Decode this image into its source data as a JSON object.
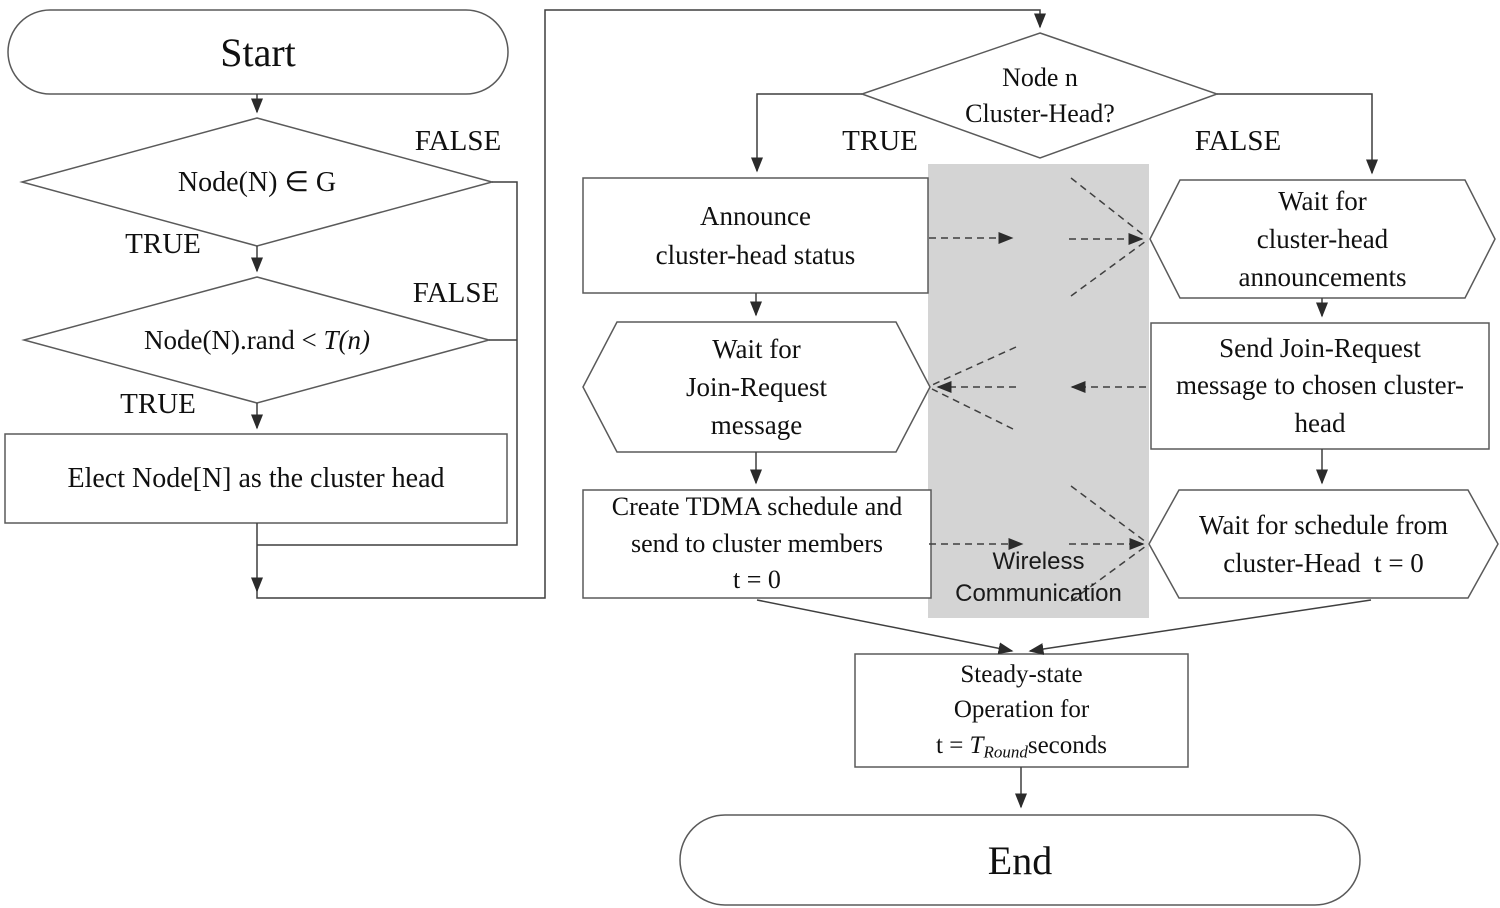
{
  "nodes": {
    "start": {
      "label": "Start"
    },
    "in_g_decision": {
      "label": "Node(N) ∈ G"
    },
    "rand_decision": {
      "prefix": "Node(N).rand < ",
      "italic": "T(n)"
    },
    "elect": {
      "label": "Elect Node[N] as the cluster head"
    },
    "ch_decision": {
      "lines": [
        "Node n",
        "Cluster-Head?"
      ]
    },
    "announce": {
      "lines": [
        "Announce",
        "cluster-head status"
      ]
    },
    "wait_join": {
      "lines": [
        "Wait for",
        "Join-Request",
        "message"
      ]
    },
    "create_tdma": {
      "lines": [
        "Create TDMA schedule and",
        "send to cluster members",
        "t = 0"
      ]
    },
    "wait_announce": {
      "lines": [
        "Wait for",
        "cluster-head",
        "announcements"
      ]
    },
    "send_join": {
      "lines": [
        "Send Join-Request",
        "message to chosen cluster-",
        "head"
      ]
    },
    "wait_schedule": {
      "lines": [
        "Wait for schedule from",
        "cluster-Head  t = 0"
      ]
    },
    "steady": {
      "lines": [
        "Steady-state",
        "Operation for"
      ],
      "t_prefix": "t = ",
      "t_var": "T",
      "t_sub": "Round",
      "t_suffix": "seconds"
    },
    "end": {
      "label": "End"
    },
    "wireless": {
      "lines": [
        "Wireless",
        "Communication"
      ]
    }
  },
  "edge_labels": {
    "in_g_true": "TRUE",
    "in_g_false": "FALSE",
    "rand_true": "TRUE",
    "rand_false": "FALSE",
    "ch_true": "TRUE",
    "ch_false": "FALSE"
  },
  "colors": {
    "canvas": "#ffffff",
    "shape_border": "#5a5a5a",
    "connector": "#3f3f3f",
    "arrowhead": "#2b2b2b",
    "wireless_fill": "#d4d4d4",
    "text": "#101010"
  }
}
